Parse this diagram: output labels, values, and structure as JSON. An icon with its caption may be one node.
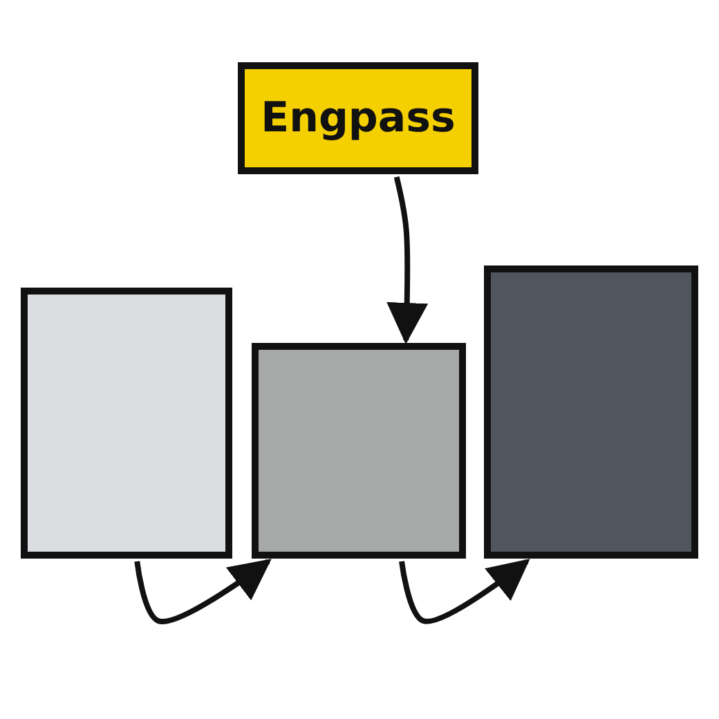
{
  "diagram": {
    "nodes": [
      {
        "text": [
          "Engpass"
        ]
      },
      {
        "text": [],
        "shape": "box"
      },
      {
        "text": [],
        "shape": "box"
      },
      {
        "text": [],
        "shape": "box"
      }
    ],
    "edges": [
      {
        "from": 0,
        "to": 2,
        "arrow": "to"
      },
      {
        "from": 1,
        "to": 2,
        "arrow": "to"
      },
      {
        "from": 2,
        "to": 3,
        "arrow": "to"
      }
    ]
  }
}
